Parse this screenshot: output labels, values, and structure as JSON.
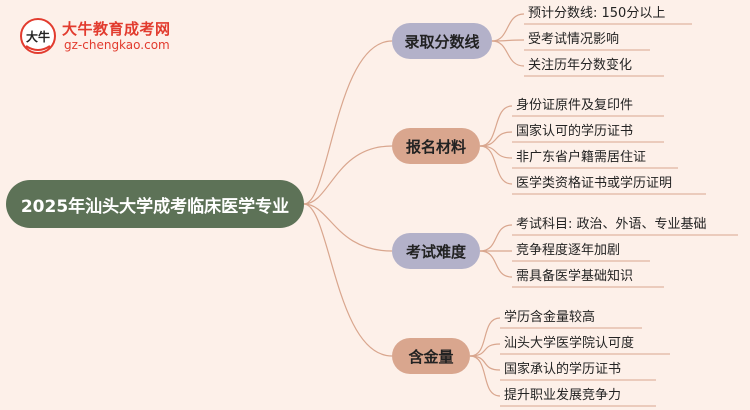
{
  "logo": {
    "title": "大牛教育成考网",
    "url": "gz-chengkao.com",
    "mark_text": "大牛"
  },
  "root": {
    "label": "2025年汕头大学成考临床医学专业"
  },
  "branches": [
    {
      "label": "录取分数线",
      "children": [
        "预计分数线: 150分以上",
        "受考试情况影响",
        "关注历年分数变化"
      ]
    },
    {
      "label": "报名材料",
      "children": [
        "身份证原件及复印件",
        "国家认可的学历证书",
        "非广东省户籍需居住证",
        "医学类资格证书或学历证明"
      ]
    },
    {
      "label": "考试难度",
      "children": [
        "考试科目: 政治、外语、专业基础",
        "竞争程度逐年加剧",
        "需具备医学基础知识"
      ]
    },
    {
      "label": "含金量",
      "children": [
        "学历含金量较高",
        "汕头大学医学院认可度",
        "国家承认的学历证书",
        "提升职业发展竞争力"
      ]
    }
  ],
  "colors": {
    "background": "#fdf0e9",
    "root": "#5d7257",
    "lavender": "#b3b1c9",
    "peach": "#d9a68e",
    "connector": "#d9a68e",
    "logo_red": "#e23b2e"
  }
}
